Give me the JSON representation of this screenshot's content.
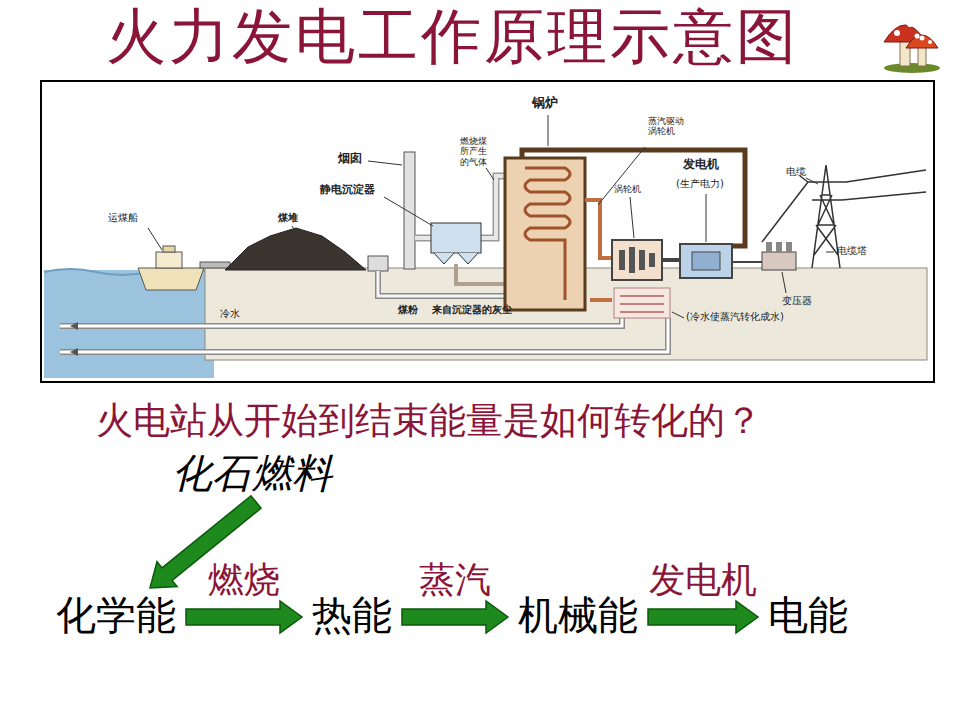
{
  "diagram": {
    "title": "火力发电工作原理示意图",
    "nodes": [
      {
        "text": [
          "化石燃料"
        ]
      },
      {
        "text": [
          "化学能"
        ]
      },
      {
        "text": [
          "热能"
        ]
      },
      {
        "text": [
          "机械能"
        ]
      },
      {
        "text": [
          "电能"
        ]
      }
    ],
    "edges": [
      {
        "from": 0,
        "to": 1,
        "arrow": "to"
      },
      {
        "from": 1,
        "to": 2,
        "label": "燃烧",
        "arrow": "to"
      },
      {
        "from": 2,
        "to": 3,
        "label": "蒸汽",
        "arrow": "to"
      },
      {
        "from": 3,
        "to": 4,
        "label": "发电机",
        "arrow": "to"
      }
    ],
    "labels": [
      "燃烧煤所产生的气体",
      "锅炉",
      "蒸汽驱动涡轮机",
      "烟囱",
      "静电沉淀器",
      "涡轮机",
      "发电机",
      "(生产电力)",
      "电缆",
      "运煤船",
      "煤堆",
      "电缆塔",
      "变压器",
      "冷水",
      "煤粉",
      "来自沉淀器的灰尘",
      "(冷水使蒸汽转化成水)",
      "火电站从开始到结束能量是如何转化的？"
    ]
  }
}
